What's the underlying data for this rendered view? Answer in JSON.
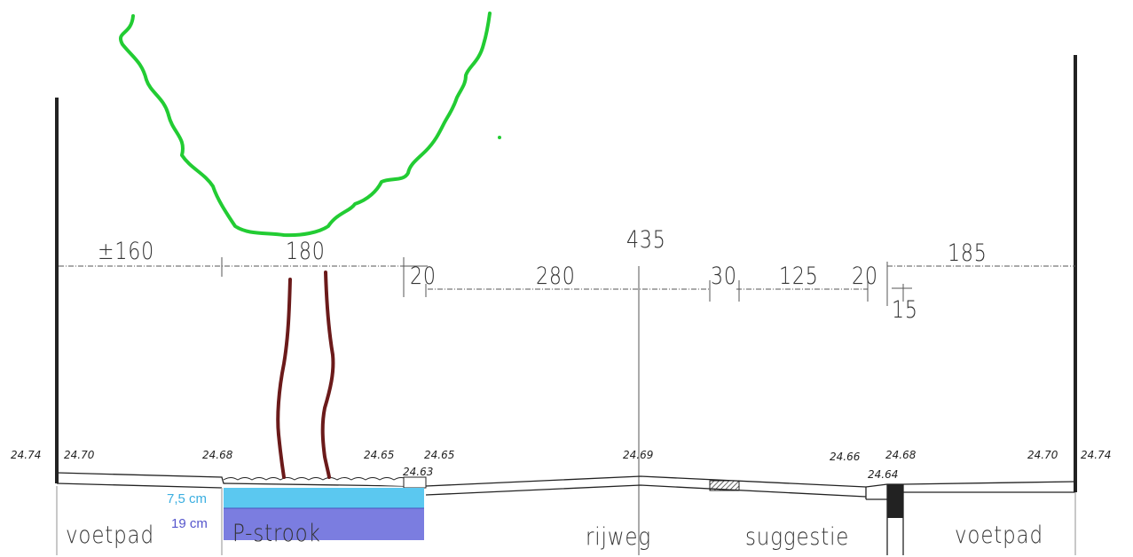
{
  "colors": {
    "line": "#222222",
    "tree_crown": "#22cc33",
    "tree_trunk": "#6b1a1a",
    "layer_top": "#5bc8f0",
    "layer_bottom": "#7b7de0",
    "label_top": "#3aaee0",
    "label_bottom": "#5555cc"
  },
  "dimensions": {
    "d160": "±160",
    "d180": "180",
    "d20a": "20",
    "d435": "435",
    "d280": "280",
    "d30": "30",
    "d125": "125",
    "d20b": "20",
    "d15": "15",
    "d185": "185"
  },
  "levels": {
    "l1": "24.74",
    "l2": "24.70",
    "l3": "24.68",
    "l4": "24.65",
    "l5": "24.65",
    "l6": "24.63",
    "l7": "24.69",
    "l8": "24.66",
    "l9": "24.68",
    "l10": "24.64",
    "l11": "24.70",
    "l12": "24.74"
  },
  "layers": {
    "top": "7,5 cm",
    "bottom": "19 cm"
  },
  "zones": {
    "voetpad_left": "voetpad",
    "p_strook": "P-strook",
    "rijweg": "rijweg",
    "suggestie": "suggestie",
    "voetpad_right": "voetpad"
  }
}
